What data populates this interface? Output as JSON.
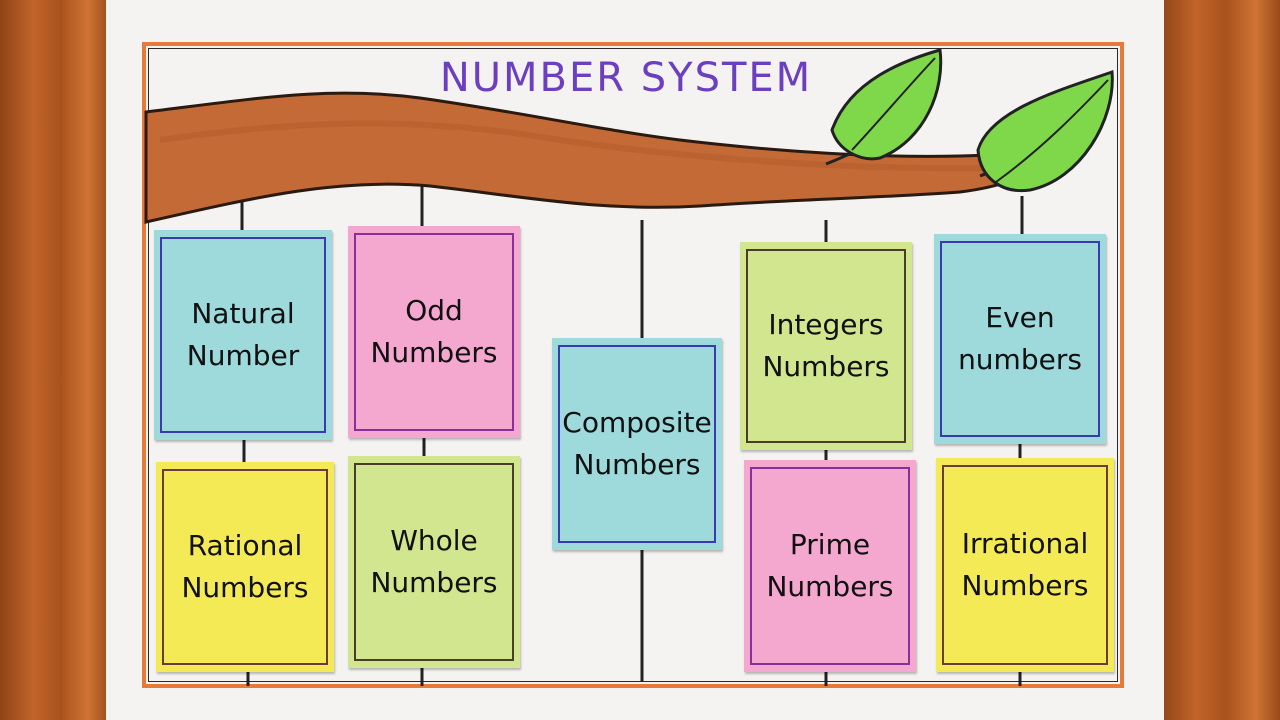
{
  "poster": {
    "title": "NUMBER SYSTEM",
    "cards": {
      "natural": "Natural\nNumber",
      "odd": "Odd\nNumbers",
      "composite": "Composite\nNumbers",
      "integers": "Integers\nNumbers",
      "even": "Even\nnumbers",
      "rational": "Rational\nNumbers",
      "whole": "Whole\nNumbers",
      "prime": "Prime\nNumbers",
      "irrational": "Irrational\nNumbers"
    }
  },
  "colors": {
    "frame_orange": "#e67a38",
    "branch_brown": "#c46a36",
    "leaf_green": "#7fd84a",
    "title_purple": "#6b3fbf",
    "card_blue": "#9ed9dc",
    "card_pink": "#f5a8cf",
    "card_lime": "#d2e58f",
    "card_yellow": "#f4ea55"
  }
}
